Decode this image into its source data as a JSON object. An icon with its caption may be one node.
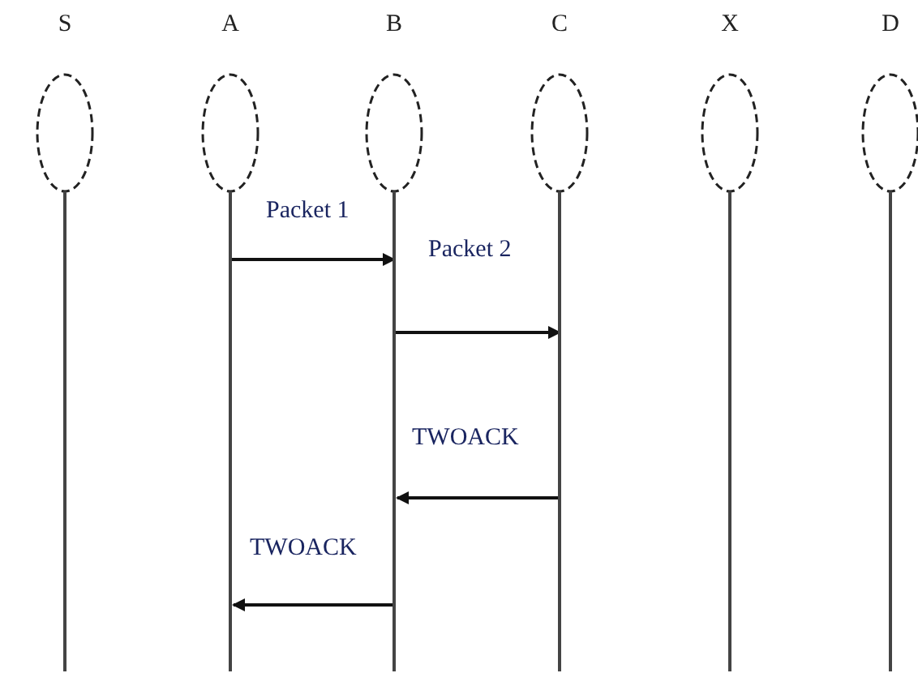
{
  "diagram": {
    "nodes": [
      {
        "text": [
          "S"
        ]
      },
      {
        "text": [
          "A"
        ]
      },
      {
        "text": [
          "B"
        ]
      },
      {
        "text": [
          "C"
        ]
      },
      {
        "text": [
          "X"
        ]
      },
      {
        "text": [
          "D"
        ]
      }
    ],
    "edges": [
      {
        "from": 1,
        "to": 2,
        "arrow": "to",
        "label": "Packet 1"
      },
      {
        "from": 2,
        "to": 3,
        "arrow": "to",
        "label": "Packet 2"
      },
      {
        "from": 3,
        "to": 2,
        "arrow": "to",
        "label": "TWOACK"
      },
      {
        "from": 2,
        "to": 1,
        "arrow": "to",
        "label": "TWOACK"
      }
    ]
  }
}
